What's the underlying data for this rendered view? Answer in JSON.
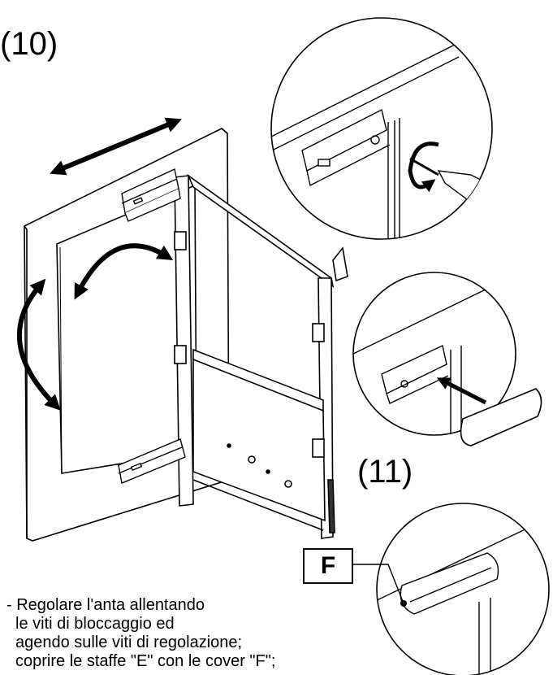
{
  "step_labels": {
    "step_a": "(10)",
    "step_b": "(11)"
  },
  "callout_label": "F",
  "instructions": [
    "- Regolare l'anta allentando",
    "le viti di bloccaggio ed",
    "agendo sulle viti di regolazione;",
    "coprire le staffe \"E\" con le cover \"F\";"
  ],
  "colors": {
    "ink": "#000000",
    "paper": "#ffffff"
  }
}
